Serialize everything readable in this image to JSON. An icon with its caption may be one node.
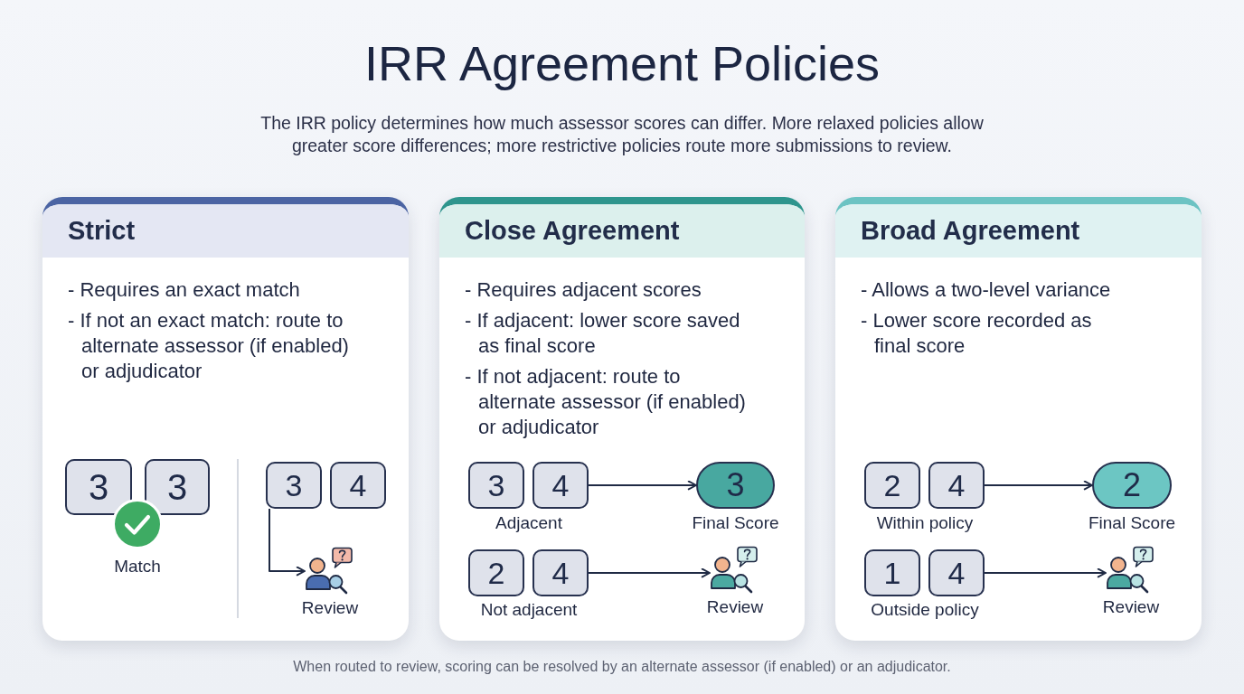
{
  "diagram": {
    "title": "IRR Agreement Policies",
    "caption": "When routed to review, scoring can be resolved by an alternate assessor (if enabled) or an adjudicator.",
    "nodes": [
      {
        "text": [
          "Strict",
          "- Requires an exact match",
          "- If not an exact match: route to alternate assessor (if enabled) or adjudicator"
        ]
      },
      {
        "text": [
          "3"
        ],
        "in": 0
      },
      {
        "text": [
          "3"
        ],
        "in": 0
      },
      {
        "text": [
          "3"
        ],
        "in": 0
      },
      {
        "text": [
          "4"
        ],
        "in": 0
      },
      {
        "text": [],
        "shape": "person",
        "in": 0,
        "beside": [
          "Review"
        ]
      },
      {
        "text": [
          "Close Agreement",
          "- Requires adjacent scores",
          "- If adjacent: lower score saved as final score",
          "- If not adjacent: route to alternate assessor (if enabled) or adjudicator"
        ]
      },
      {
        "text": [
          "3"
        ],
        "in": 6
      },
      {
        "text": [
          "4"
        ],
        "in": 6
      },
      {
        "text": [
          "3"
        ],
        "in": 6,
        "beside": [
          "Final Score"
        ]
      },
      {
        "text": [
          "2"
        ],
        "in": 6
      },
      {
        "text": [
          "4"
        ],
        "in": 6
      },
      {
        "text": [],
        "shape": "person",
        "in": 6,
        "beside": [
          "Review"
        ]
      },
      {
        "text": [
          "Broad Agreement",
          "- Allows a two-level variance",
          "- Lower score recorded as final score"
        ]
      },
      {
        "text": [
          "2"
        ],
        "in": 13
      },
      {
        "text": [
          "4"
        ],
        "in": 13
      },
      {
        "text": [
          "2"
        ],
        "in": 13,
        "beside": [
          "Final Score"
        ]
      },
      {
        "text": [
          "1"
        ],
        "in": 13
      },
      {
        "text": [
          "4"
        ],
        "in": 13
      },
      {
        "text": [],
        "shape": "person",
        "in": 13,
        "beside": [
          "Review"
        ]
      }
    ],
    "edges": [
      {
        "from": 3,
        "to": 5,
        "arrow": "to"
      },
      {
        "from": 8,
        "to": 9,
        "arrow": "to"
      },
      {
        "from": 11,
        "to": 12,
        "arrow": "to"
      },
      {
        "from": 15,
        "to": 16,
        "arrow": "to"
      },
      {
        "from": 18,
        "to": 19,
        "arrow": "to"
      }
    ],
    "labels": [
      "The IRR policy determines how much assessor scores can differ. More relaxed policies allow greater score differences; more restrictive policies route more submissions to review.",
      "Match",
      "Adjacent",
      "Not adjacent",
      "Within policy",
      "Outside policy"
    ]
  }
}
